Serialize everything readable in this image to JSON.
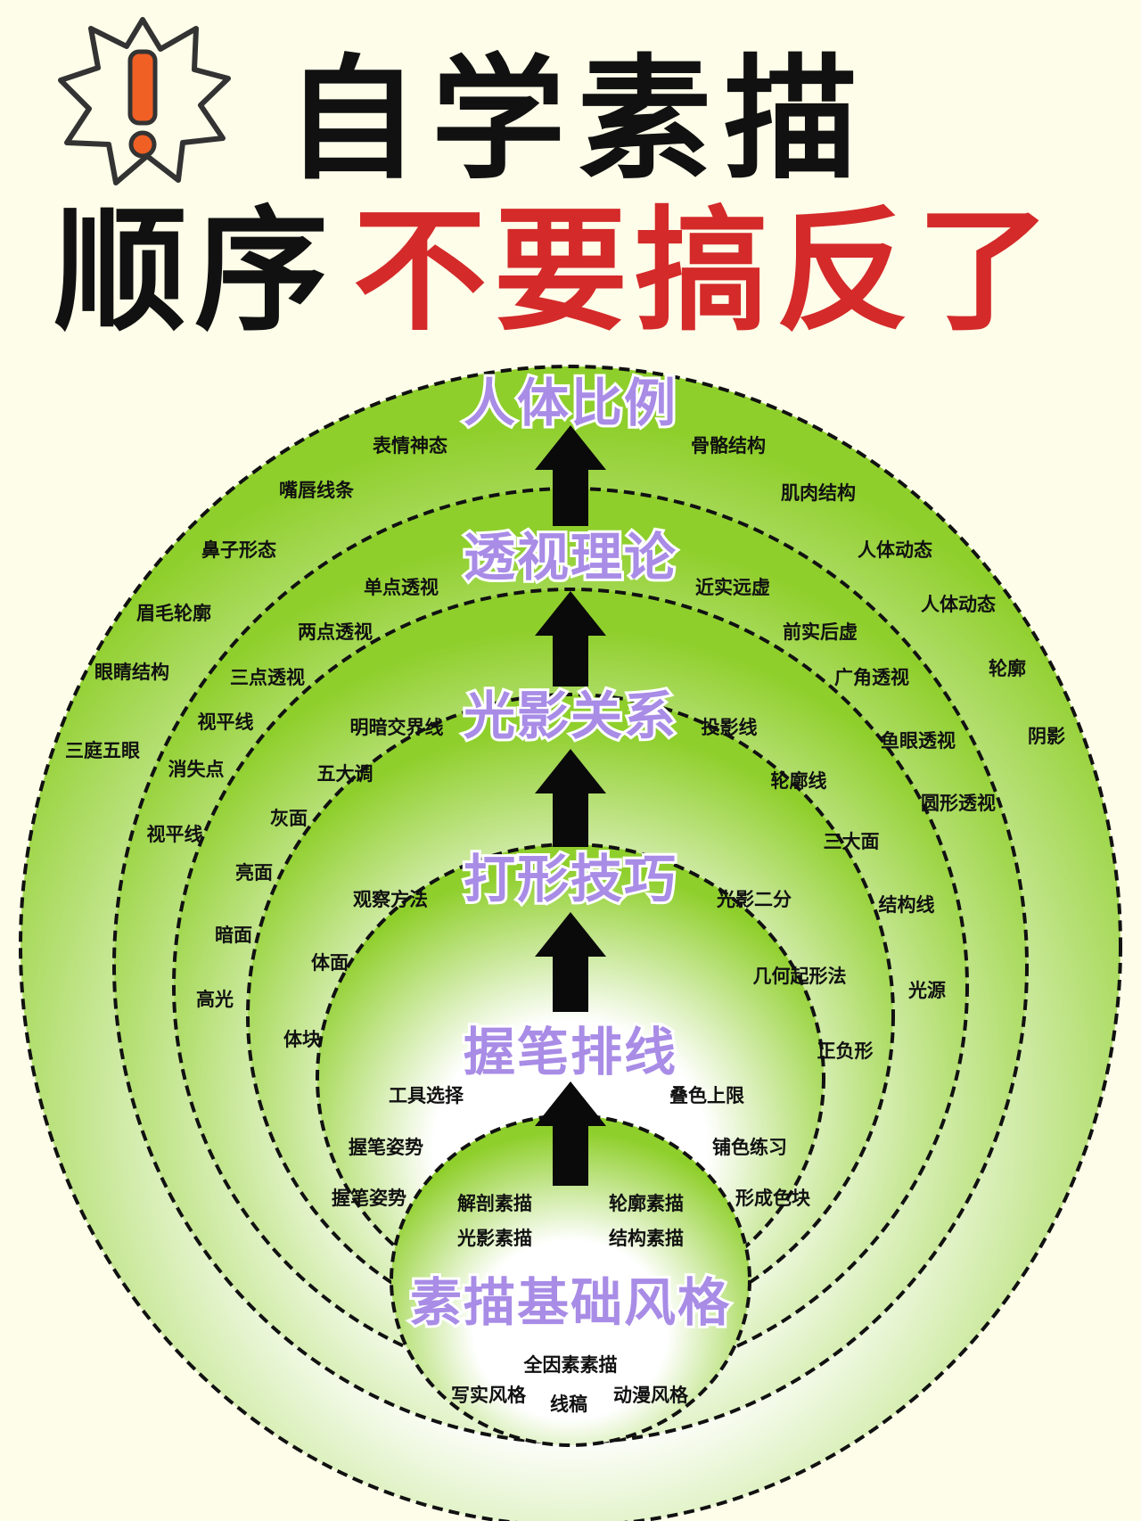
{
  "title": {
    "line1": "自学素描",
    "line2_black": "顺序",
    "line2_red": "不要搞反了"
  },
  "colors": {
    "title": "#111111",
    "highlight": "#d42a2a",
    "background": "#fdfde9",
    "ring_edge": "#8fcf2c",
    "ring_center": "#ffffff",
    "label": "#a88ce6",
    "burst_mark": "#f06024"
  },
  "icons": {
    "alert": "exclamation-burst-icon",
    "arrow": "up-arrow-icon"
  },
  "rings": [
    {
      "label": "人体比例",
      "tags": [
        "表情神态",
        "嘴唇线条",
        "鼻子形态",
        "眉毛轮廓",
        "眼睛结构",
        "三庭五眼",
        "骨骼结构",
        "肌肉结构",
        "人体动态",
        "人体动态",
        "轮廓",
        "阴影"
      ]
    },
    {
      "label": "透视理论",
      "tags": [
        "单点透视",
        "两点透视",
        "三点透视",
        "视平线",
        "消失点",
        "视平线",
        "近实远虚",
        "前实后虚",
        "广角透视",
        "鱼眼透视",
        "圆形透视"
      ]
    },
    {
      "label": "光影关系",
      "tags": [
        "明暗交界线",
        "五大调",
        "灰面",
        "亮面",
        "暗面",
        "高光",
        "投影线",
        "轮廓线",
        "三大面",
        "结构线",
        "光源"
      ]
    },
    {
      "label": "打形技巧",
      "tags": [
        "观察方法",
        "体面",
        "体块",
        "光影二分",
        "几何起形法",
        "正负形"
      ]
    },
    {
      "label": "握笔排线",
      "tags": [
        "工具选择",
        "握笔姿势",
        "握笔姿势",
        "叠色上限",
        "铺色练习",
        "形成色块"
      ]
    },
    {
      "label": "素描基础风格",
      "tags": [
        "解剖素描",
        "轮廓素描",
        "光影素描",
        "结构素描",
        "全因素素描",
        "写实风格",
        "线稿",
        "动漫风格"
      ]
    }
  ]
}
